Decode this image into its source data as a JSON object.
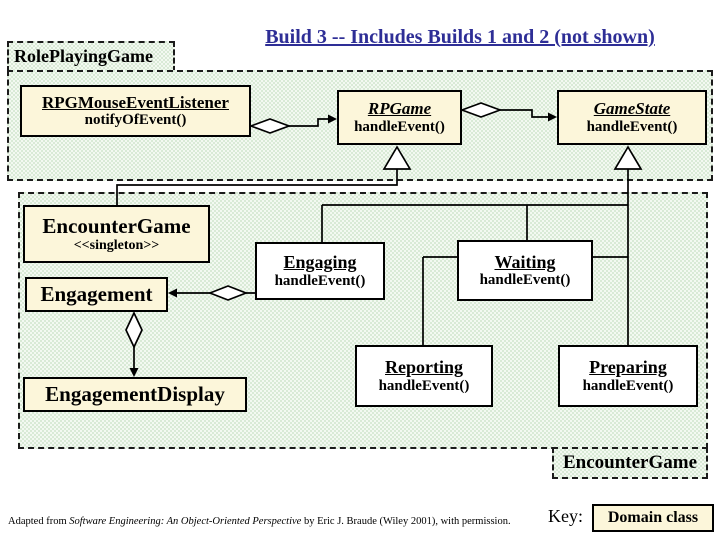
{
  "title": "Build 3 -- Includes Builds 1 and 2 (not shown)",
  "packages": {
    "role_playing_game": {
      "label": "RolePlayingGame"
    },
    "encounter_game": {
      "label": "EncounterGame"
    }
  },
  "classes": {
    "listener": {
      "name": "RPGMouseEventListener",
      "method": "notifyOfEvent()"
    },
    "rpgame": {
      "name": "RPGame",
      "method": "handleEvent()"
    },
    "gamestate": {
      "name": "GameState",
      "method": "handleEvent()"
    },
    "encounter_game": {
      "name": "EncounterGame",
      "stereotype": "<<singleton>>"
    },
    "engagement": {
      "name": "Engagement"
    },
    "engaging": {
      "name": "Engaging",
      "method": "handleEvent()"
    },
    "waiting": {
      "name": "Waiting",
      "method": "handleEvent()"
    },
    "reporting": {
      "name": "Reporting",
      "method": "handleEvent()"
    },
    "preparing": {
      "name": "Preparing",
      "method": "handleEvent()"
    },
    "engagement_display": {
      "name": "EngagementDisplay"
    }
  },
  "key": {
    "label": "Key:",
    "value": "Domain class"
  },
  "footer": {
    "prefix": "Adapted from ",
    "book": "Software Engineering: An Object-Oriented Perspective",
    "suffix": " by Eric J. Braude (Wiley 2001), with permission."
  },
  "colors": {
    "domain_class_fill": "#fcf6da",
    "plain_class_fill": "#ffffff",
    "package_fill_light": "#f3f9f1",
    "package_fill_dark": "#d9ead6",
    "title_color": "#2e2e96",
    "line_color": "#000000"
  }
}
